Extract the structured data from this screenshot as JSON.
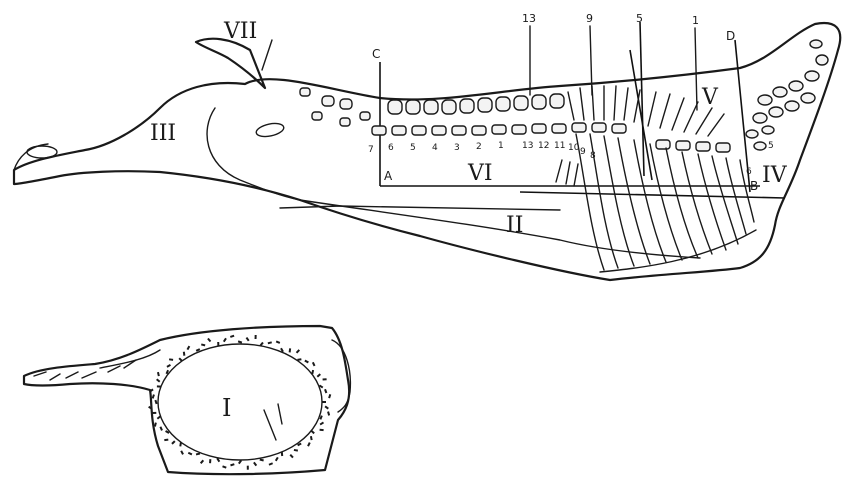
{
  "figure": {
    "upper_carcass": {
      "region_labels": [
        "III",
        "VII",
        "VI",
        "II",
        "V",
        "IV"
      ],
      "line_labels": [
        "C",
        "A",
        "D",
        "B"
      ],
      "top_numbers": [
        "13",
        "9",
        "5",
        "1"
      ],
      "vertebra_numbers": [
        "7",
        "6",
        "5",
        "4",
        "3",
        "2",
        "1",
        "13",
        "12",
        "11",
        "10",
        "9",
        "8"
      ],
      "minor_numbers": [
        "6",
        "5"
      ]
    },
    "lower_piece": {
      "region_labels": [
        "I"
      ]
    }
  }
}
